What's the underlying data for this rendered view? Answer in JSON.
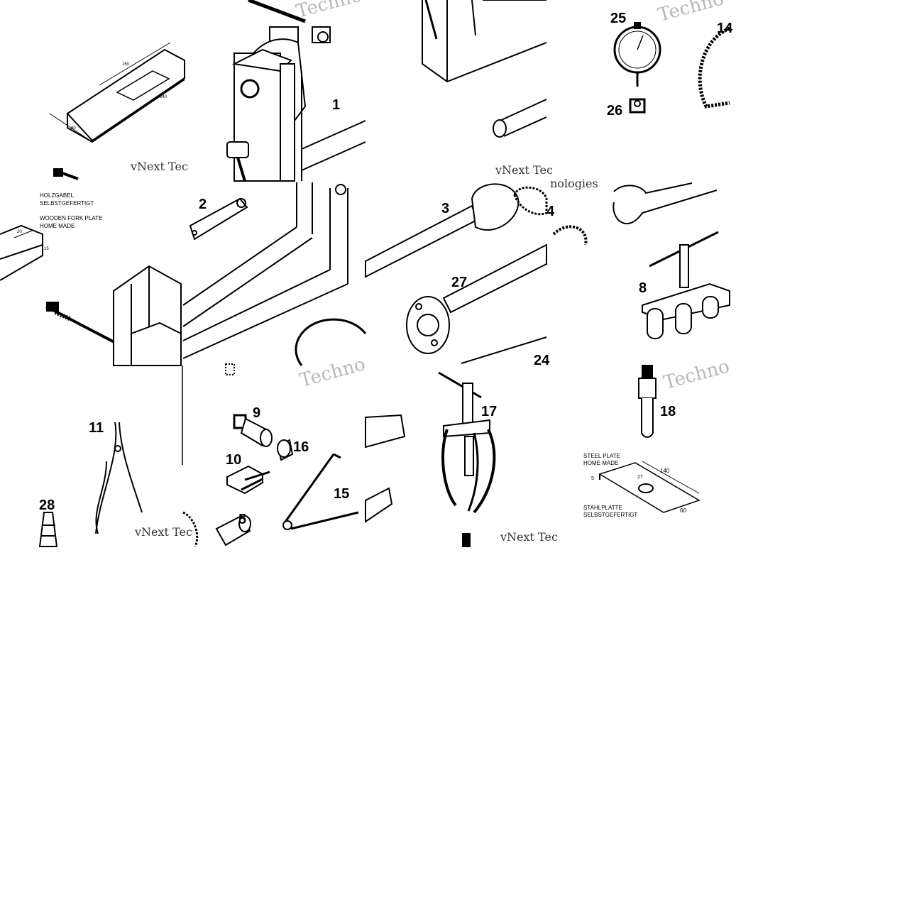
{
  "tool_labels": {
    "t1": "1",
    "t2": "2",
    "t3": "3",
    "t4": "4",
    "t5": "5",
    "t8": "8",
    "t9": "9",
    "t10": "10",
    "t11": "11",
    "t14": "14",
    "t15": "15",
    "t16": "16",
    "t17": "17",
    "t18": "18",
    "t24": "24",
    "t25": "25",
    "t26": "26",
    "t27": "27",
    "t28": "28"
  },
  "annotations": {
    "fork_de_1": "HOLZGABEL",
    "fork_de_2": "SELBSTGEFERTIGT",
    "fork_en_1": "WOODEN FORK PLATE",
    "fork_en_2": "HOME MADE",
    "plate_en_1": "STEEL PLATE",
    "plate_en_2": "HOME MADE",
    "plate_de_1": "STAHLPLATTE",
    "plate_de_2": "SELBSTGEFERTIGT"
  },
  "dimensions": {
    "fork_slot": "150",
    "fork_width": "80",
    "fork_length": "240",
    "fork2_a": "20",
    "fork2_b": "15",
    "plate_len": "140",
    "plate_w": "60",
    "plate_hole": "27",
    "plate_t": "5"
  },
  "watermark": {
    "brand_a": "vNext Tec",
    "brand_b": "Techno",
    "brand_c": "nologies"
  },
  "colors": {
    "ink": "#000000",
    "watermark": "#b8b8b8",
    "paper": "#ffffff"
  }
}
